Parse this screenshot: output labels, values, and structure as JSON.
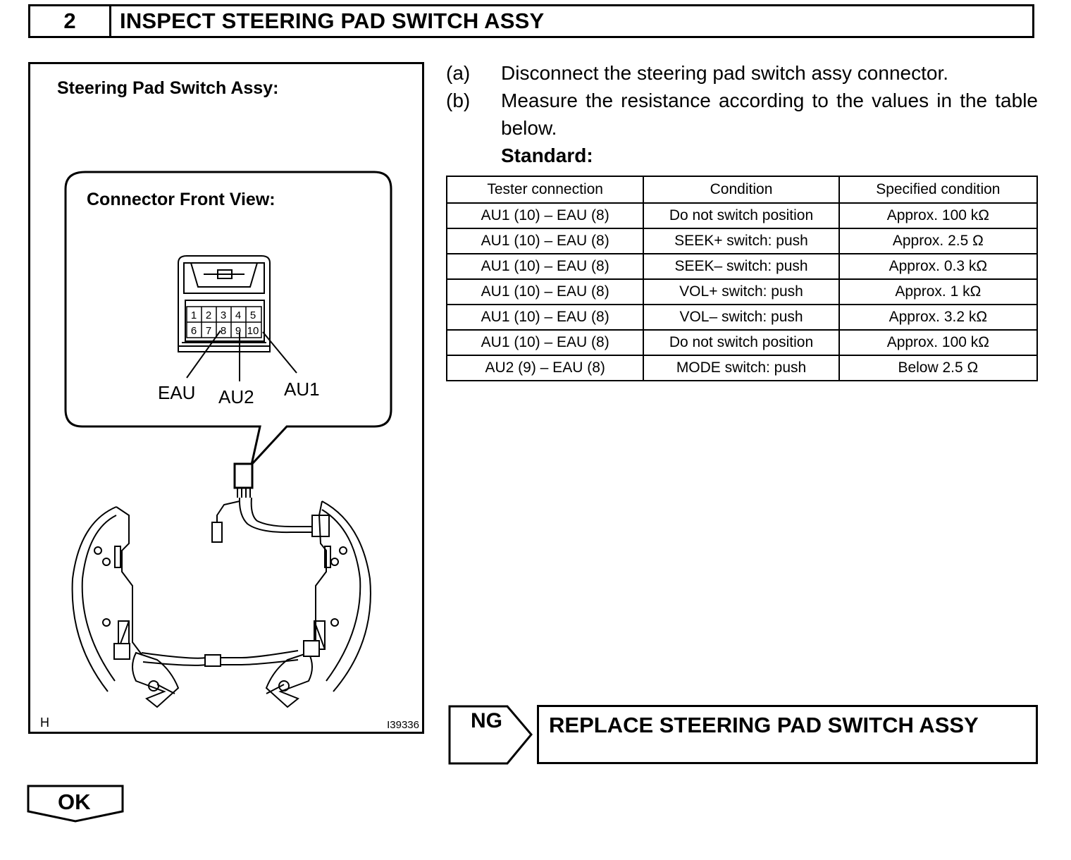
{
  "header": {
    "step_number": "2",
    "title": "INSPECT STEERING PAD SWITCH ASSY"
  },
  "figure": {
    "title": "Steering Pad Switch Assy:",
    "callout_title": "Connector Front View:",
    "pins_row1": [
      "1",
      "2",
      "3",
      "4",
      "5"
    ],
    "pins_row2": [
      "6",
      "7",
      "8",
      "9",
      "10"
    ],
    "labels": {
      "eau": "EAU",
      "au2": "AU2",
      "au1": "AU1"
    },
    "corner_left": "H",
    "figure_id": "I39336"
  },
  "instructions": [
    {
      "letter": "(a)",
      "text": "Disconnect the steering pad switch assy connector."
    },
    {
      "letter": "(b)",
      "text": "Measure the resistance according to the values in the table below."
    }
  ],
  "standard_label": "Standard:",
  "table": {
    "headers": [
      "Tester connection",
      "Condition",
      "Specified condition"
    ],
    "rows": [
      [
        "AU1 (10) – EAU (8)",
        "Do not switch position",
        "Approx. 100 kΩ"
      ],
      [
        "AU1 (10) – EAU (8)",
        "SEEK+ switch: push",
        "Approx. 2.5 Ω"
      ],
      [
        "AU1 (10) – EAU (8)",
        "SEEK– switch: push",
        "Approx. 0.3 kΩ"
      ],
      [
        "AU1 (10) – EAU (8)",
        "VOL+ switch: push",
        "Approx. 1 kΩ"
      ],
      [
        "AU1 (10) – EAU (8)",
        "VOL– switch: push",
        "Approx. 3.2 kΩ"
      ],
      [
        "AU1 (10) – EAU (8)",
        "Do not switch position",
        "Approx. 100 kΩ"
      ],
      [
        "AU2 (9) – EAU (8)",
        "MODE switch: push",
        "Below 2.5 Ω"
      ]
    ]
  },
  "ng": {
    "label": "NG",
    "action": "REPLACE STEERING PAD SWITCH ASSY"
  },
  "ok": {
    "label": "OK"
  }
}
